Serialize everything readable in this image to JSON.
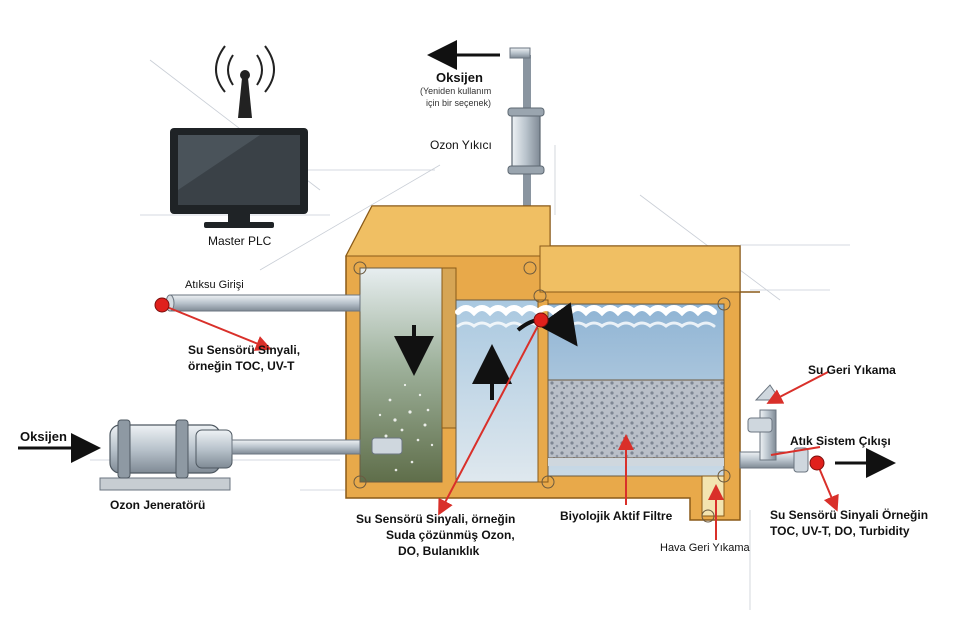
{
  "labels": {
    "oxygen_top": "Oksijen",
    "oxygen_top_note_1": "(Yeniden kullanım",
    "oxygen_top_note_2": "için bir seçenek)",
    "ozone_destroyer": "Ozon Yıkıcı",
    "master_plc": "Master PLC",
    "wastewater_inlet": "Atıksu Girişi",
    "sensor_inlet_1": "Su Sensörü Sinyali,",
    "sensor_inlet_2": "örneğin TOC, UV-T",
    "oxygen_left": "Oksijen",
    "ozone_generator": "Ozon Jeneratörü",
    "sensor_tank_1": "Su Sensörü Sinyali, örneğin",
    "sensor_tank_2": "Suda çözünmüş Ozon,",
    "sensor_tank_3": "DO, Bulanıklık",
    "bio_filter": "Biyolojik Aktif Filtre",
    "air_backwash": "Hava Geri Yıkama",
    "water_backwash": "Su Geri Yıkama",
    "system_outlet": "Atık Sistem Çıkışı",
    "sensor_outlet_1": "Su Sensörü Sinyali Örneğin",
    "sensor_outlet_2": "TOC, UV-T, DO, Turbidity"
  },
  "colors": {
    "tank_frame": "#e8a94a",
    "water": "#9ec3de",
    "pipe": "#b8c2cc",
    "sensor_dot": "#e0201c",
    "pointer": "#d9302a"
  }
}
